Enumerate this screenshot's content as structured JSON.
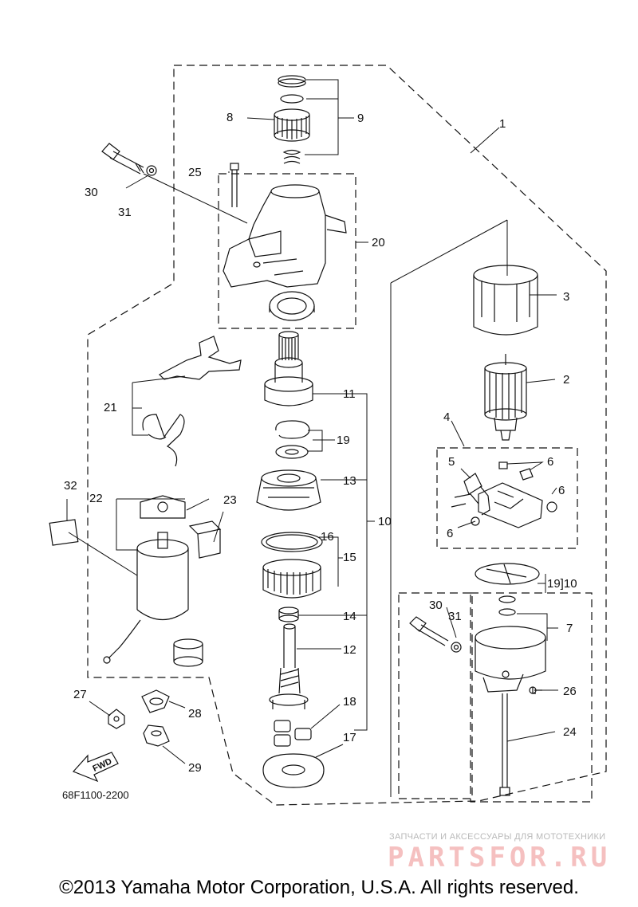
{
  "diagram": {
    "drawing_code": "68F1100-2200",
    "fwd_label": "FWD",
    "callouts": {
      "c1": "1",
      "c2": "2",
      "c3": "3",
      "c4": "4",
      "c5": "5",
      "c6a": "6",
      "c6b": "6",
      "c6c": "6",
      "c7": "7",
      "c8": "8",
      "c9": "9",
      "c10a": "10",
      "c10b": "19]10",
      "c11": "11",
      "c12": "12",
      "c13": "13",
      "c14": "14",
      "c15": "15",
      "c16": "16",
      "c17": "17",
      "c18": "18",
      "c19": "19",
      "c20": "20",
      "c21": "21",
      "c22": "22",
      "c23": "23",
      "c24": "24",
      "c25": "25",
      "c26": "26",
      "c27": "27",
      "c28": "28",
      "c29": "29",
      "c30a": "30",
      "c30b": "30",
      "c31a": "31",
      "c31b": "31",
      "c32": "32"
    }
  },
  "watermark": {
    "subtitle": "ЗАПЧАСТИ И АКСЕССУАРЫ ДЛЯ МОТОТЕХНИКИ",
    "logo": "PARTSFOR.RU"
  },
  "footer": {
    "copyright": "©2013 Yamaha Motor Corporation, U.S.A. All rights reserved."
  },
  "colors": {
    "line": "#111111",
    "watermark_logo": "#f5c0c0"
  }
}
